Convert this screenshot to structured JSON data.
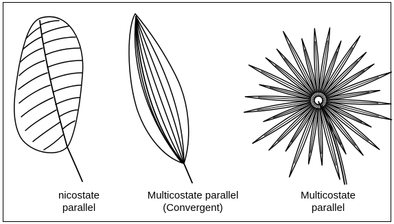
{
  "leaves": [
    {
      "line1": "nicostate",
      "line2": "parallel"
    },
    {
      "line1": "Multicostate parallel",
      "line2": "(Convergent)"
    },
    {
      "line1": "Multicostate",
      "line2": "parallel"
    }
  ]
}
